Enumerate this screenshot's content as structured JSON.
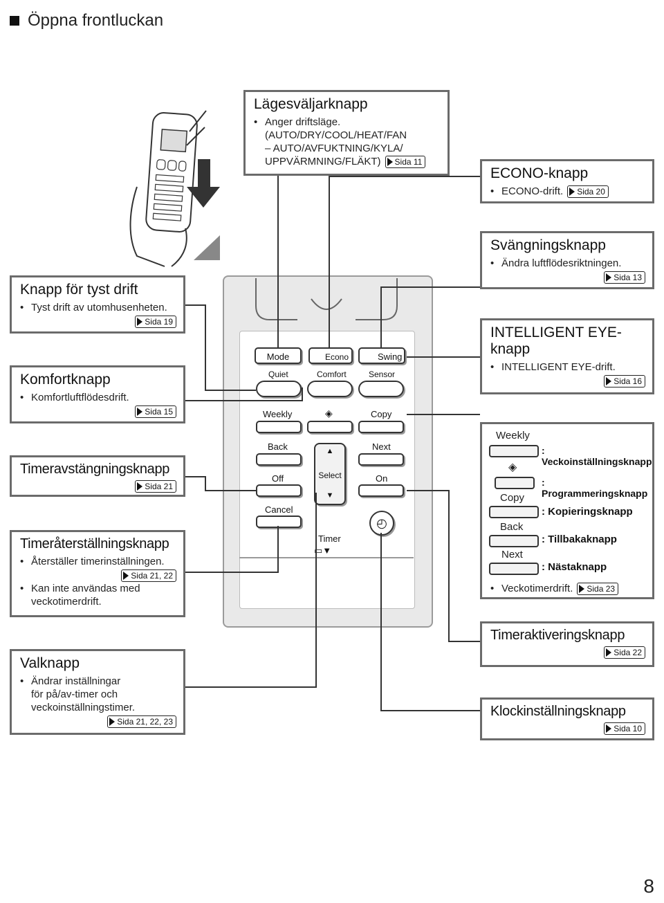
{
  "heading": "Öppna frontluckan",
  "page_number": "8",
  "boxes": {
    "mode": {
      "title": "Lägesväljarknapp",
      "text": "Anger driftsläge.",
      "line2": "(AUTO/DRY/COOL/HEAT/FAN",
      "line3": "– AUTO/AVFUKTNING/KYLA/",
      "line4": "UPPVÄRMNING/FLÄKT)",
      "ref": "Sida 11"
    },
    "econo": {
      "title": "ECONO-knapp",
      "text": "ECONO-drift.",
      "ref": "Sida 20"
    },
    "swing": {
      "title": "Svängningsknapp",
      "text": "Ändra luftflödesriktningen.",
      "ref": "Sida 13"
    },
    "quiet": {
      "title": "Knapp för tyst drift",
      "text": "Tyst drift av utomhusenheten.",
      "ref": "Sida 19"
    },
    "comfort": {
      "title": "Komfortknapp",
      "text": "Komfortluftflödesdrift.",
      "ref": "Sida 15"
    },
    "intelligent": {
      "title": "INTELLIGENT EYE-",
      "title2": "knapp",
      "text": "INTELLIGENT EYE-drift.",
      "ref": "Sida 16"
    },
    "timer_off": {
      "title": "Timeravstängningsknapp",
      "ref": "Sida 21"
    },
    "timer_reset": {
      "title": "Timeråterställningsknapp",
      "text": "Återställer timerinställningen.",
      "ref": "Sida 21, 22",
      "text2": "Kan inte användas med",
      "text2b": "veckotimerdrift."
    },
    "select": {
      "title": "Valknapp",
      "text": "Ändrar inställningar",
      "line2": "för på/av-timer och",
      "line3": "veckoinställningstimer.",
      "ref": "Sida 21, 22, 23"
    },
    "timer_on": {
      "title": "Timeraktiveringsknapp",
      "ref": "Sida 22"
    },
    "clock": {
      "title": "Klockinställningsknapp",
      "ref": "Sida 10"
    }
  },
  "legend": {
    "weekly_label": "Weekly",
    "weekly_desc": ": Veckoinställningsknapp",
    "program_desc": ": Programmeringsknapp",
    "copy_label": "Copy",
    "copy_desc": ": Kopieringsknapp",
    "back_label": "Back",
    "back_desc": ": Tillbakaknapp",
    "next_label": "Next",
    "next_desc": ": Nästaknapp",
    "note": "Veckotimerdrift.",
    "ref": "Sida 23"
  },
  "remote": {
    "mode": "Mode",
    "econo": "Econo",
    "swing": "Swing",
    "quiet": "Quiet",
    "comfort": "Comfort",
    "sensor": "Sensor",
    "weekly": "Weekly",
    "copy": "Copy",
    "back": "Back",
    "next": "Next",
    "off": "Off",
    "select": "Select",
    "on": "On",
    "cancel": "Cancel",
    "timer": "Timer"
  }
}
